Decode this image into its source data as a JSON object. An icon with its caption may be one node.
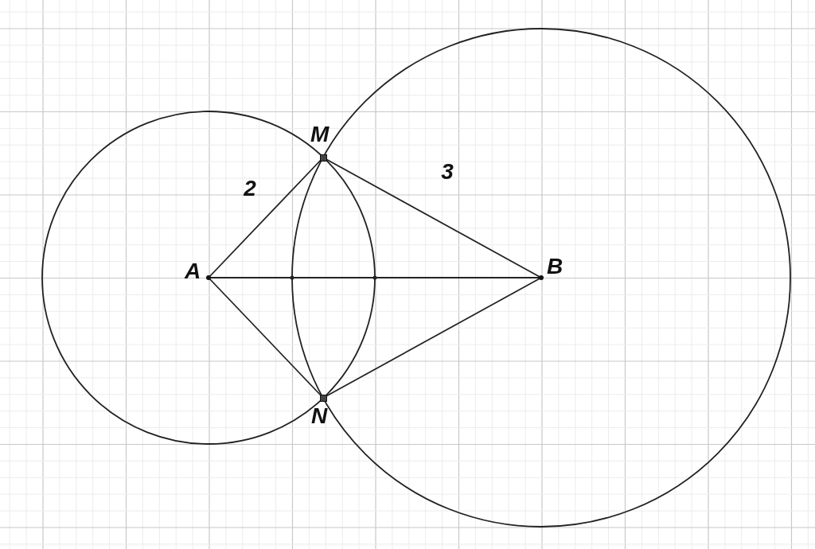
{
  "diagram": {
    "nodes": [
      {
        "text": [
          "A"
        ]
      },
      {
        "text": [
          "B"
        ]
      },
      {
        "text": [
          "M"
        ]
      },
      {
        "text": [
          "N"
        ]
      }
    ],
    "edges": [
      {
        "from": 0,
        "to": 2,
        "arrow": "none",
        "label": "2"
      },
      {
        "from": 1,
        "to": 2,
        "arrow": "none",
        "label": "3"
      },
      {
        "from": 0,
        "to": 3,
        "arrow": "none"
      },
      {
        "from": 1,
        "to": 3,
        "arrow": "none"
      },
      {
        "from": 0,
        "to": 1,
        "arrow": "none"
      }
    ]
  }
}
